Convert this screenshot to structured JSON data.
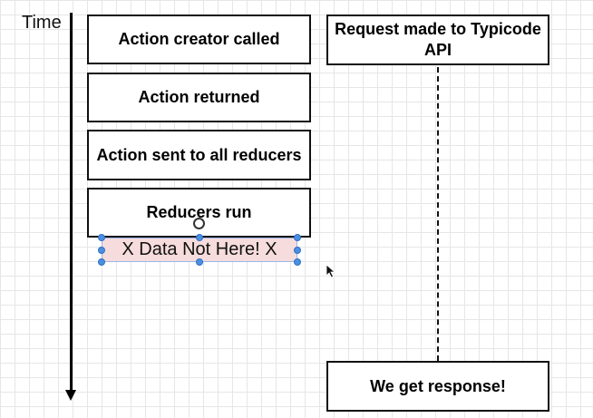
{
  "timeline": {
    "label": "Time"
  },
  "left_column": [
    "Action creator called",
    "Action returned",
    "Action sent to all reducers",
    "Reducers run"
  ],
  "right_column": {
    "top": "Request made to Typicode API",
    "bottom": "We get response!"
  },
  "annotation": {
    "text": "X Data Not Here! X",
    "fill_color": "#f6dcdc"
  },
  "colors": {
    "grid": "#e6e6e6",
    "box_border": "#111111",
    "selection_handle": "#4a90e2"
  }
}
